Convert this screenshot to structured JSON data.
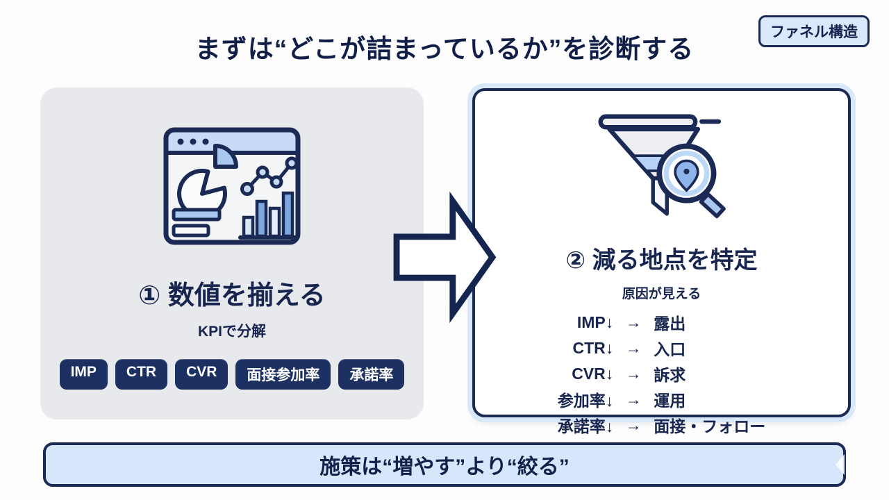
{
  "page": {
    "title": "まずは“どこが詰まっているか”を診断する",
    "badge": "ファネル構造"
  },
  "left_card": {
    "icon": "dashboard-analytics-icon",
    "heading": "① 数値を揃える",
    "subheading": "KPIで分解",
    "chips": [
      "IMP",
      "CTR",
      "CVR",
      "面接参加率",
      "承諾率"
    ]
  },
  "right_card": {
    "icon": "funnel-search-icon",
    "heading": "② 減る地点を特定",
    "subheading": "原因が見える",
    "arrow_char": "→",
    "mappings": [
      {
        "metric": "IMP↓",
        "cause": "露出"
      },
      {
        "metric": "CTR↓",
        "cause": "入口"
      },
      {
        "metric": "CVR↓",
        "cause": "訴求"
      },
      {
        "metric": "参加率↓",
        "cause": "運用"
      },
      {
        "metric": "承諾率↓",
        "cause": "面接・フォロー"
      }
    ]
  },
  "footer": {
    "text": "施策は“増やす”より“絞る”"
  },
  "colors": {
    "navy": "#1b2a55",
    "text_navy": "#14224c",
    "chip_bg": "#1c3161",
    "light_blue": "#a9c9f0",
    "pale_blue": "#d6e7fb",
    "card_gray": "#e8e9ec",
    "glow_blue": "#d8e7fa"
  }
}
